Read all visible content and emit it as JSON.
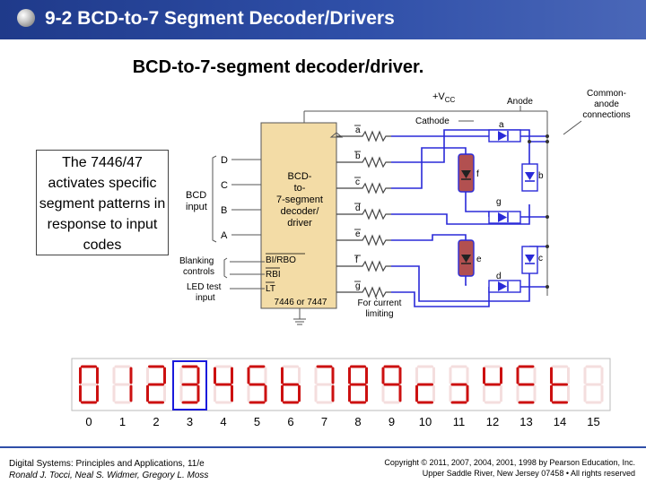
{
  "header": {
    "title": "9-2 BCD-to-7 Segment Decoder/Drivers"
  },
  "subtitle": "BCD-to-7-segment decoder/driver.",
  "note": "The 7446/47 activates specific segment patterns in response to input codes",
  "diagram": {
    "vcc": "+V",
    "vcc_sub": "CC",
    "anode_label": "Anode",
    "cathode_label": "Cathode",
    "common_anode": [
      "Common-",
      "anode",
      "connections"
    ],
    "chip_text": [
      "BCD-",
      "to-",
      "7-segment",
      "decoder/",
      "driver"
    ],
    "chip_part": "7446 or 7447",
    "inputs": [
      "D",
      "C",
      "B",
      "A"
    ],
    "bcd_input": [
      "BCD",
      "input"
    ],
    "blanking": [
      "Blanking",
      "controls"
    ],
    "led_test": [
      "LED test",
      "input"
    ],
    "controls": [
      "BI/RBO",
      "RBI",
      "LT"
    ],
    "outputs": [
      "a",
      "b",
      "c",
      "d",
      "e",
      "f",
      "g"
    ],
    "current_limiting": [
      "For current",
      "limiting"
    ],
    "segments": {
      "a": "a",
      "b": "b",
      "c": "c",
      "d": "d",
      "e": "e",
      "f": "f",
      "g": "g"
    }
  },
  "digits": {
    "labels": [
      "0",
      "1",
      "2",
      "3",
      "4",
      "5",
      "6",
      "7",
      "8",
      "9",
      "10",
      "11",
      "12",
      "13",
      "14",
      "15"
    ],
    "highlighted": 3,
    "active_color": "#cc1010",
    "inactive_color": "#f4dede"
  },
  "footer": {
    "left": [
      "Digital Systems: Principles and Applications, 11/e",
      "Ronald J. Tocci, Neal S. Widmer, Gregory L. Moss"
    ],
    "right": [
      "Copyright © 2011, 2007, 2004, 2001, 1998 by Pearson Education, Inc.",
      "Upper Saddle River, New Jersey 07458 • All rights reserved"
    ]
  }
}
